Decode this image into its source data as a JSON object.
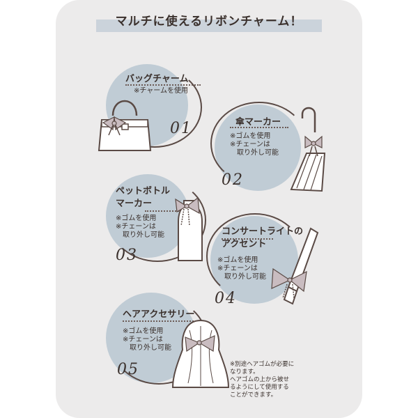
{
  "title": "マルチに使えるリボンチャーム！",
  "items": [
    {
      "label": "バッグチャーム",
      "note": "※チャームを使用",
      "number": "01"
    },
    {
      "label": "傘マーカー",
      "note": "※ゴムを使用\n※チェーンは\n　取り外し可能",
      "number": "02"
    },
    {
      "label": "ペットボトル\nマーカー",
      "note": "※ゴムを使用\n※チェーンは\n　取り外し可能",
      "number": "03"
    },
    {
      "label": "コンサートライトの\nアクセント",
      "note": "※ゴムを使用\n※チェーンは\n　取り外し可能",
      "number": "04"
    },
    {
      "label": "ヘアアクセサリー",
      "note": "※ゴムを使用\n※チェーンは\n　取り外し可能",
      "number": "05"
    }
  ],
  "footnote": "※別途ヘアゴムが必要に\nなります。\nヘアゴムの上から被せ\nるようにして使用する\nことができます。",
  "colors": {
    "card": "#ecebeb",
    "circle": "#c0ccd5",
    "line": "#5a4a45",
    "bow": "#c9bcc0"
  }
}
